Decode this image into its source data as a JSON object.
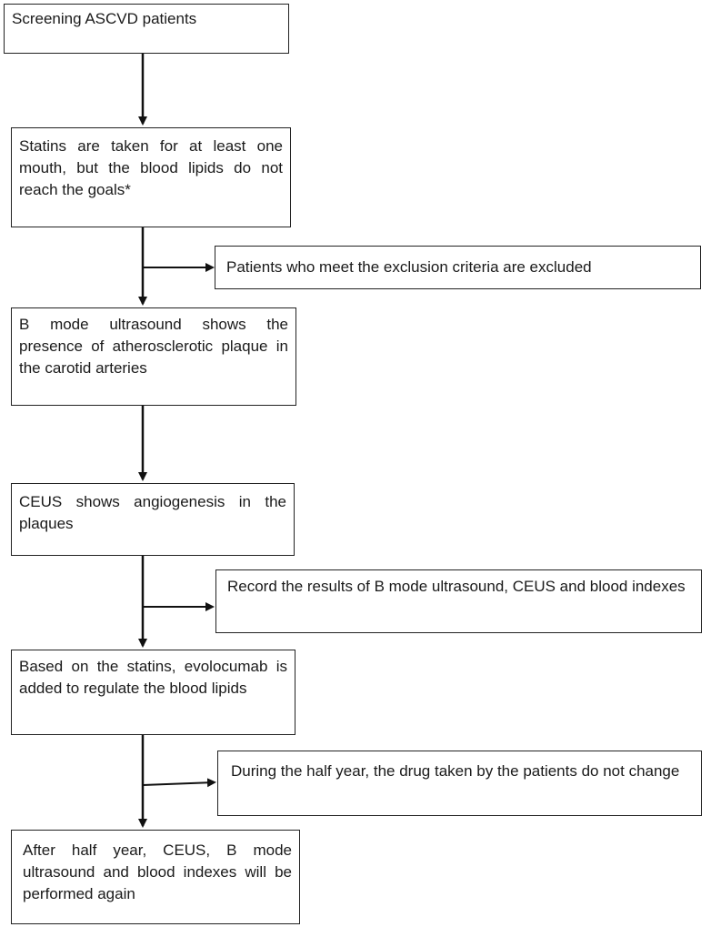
{
  "nodes": {
    "screening": "Screening ASCVD patients",
    "statins": "Statins are taken for at least one mouth, but the blood lipids do not reach the goals*",
    "exclusion": "Patients who meet the exclusion criteria are excluded",
    "bmode": "B mode ultrasound shows the presence of atherosclerotic plaque in the carotid arteries",
    "ceus": "CEUS shows angiogenesis in the plaques",
    "record": "Record the results of B mode ultrasound, CEUS and blood indexes",
    "evolocumab": "Based on the statins, evolocumab is added to regulate the blood lipids",
    "halfyear": "During the half year, the drug taken by the patients do not change",
    "after": "After half year, CEUS, B mode ultrasound and blood indexes will be performed again"
  }
}
